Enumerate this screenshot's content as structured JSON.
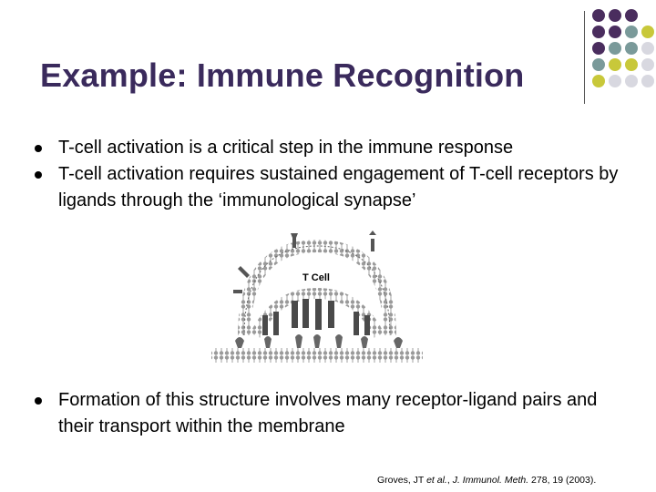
{
  "slide": {
    "title": "Example: Immune Recognition"
  },
  "bullets": [
    {
      "text": "T-cell activation is a critical step in the immune response"
    },
    {
      "text": "T-cell activation requires sustained engagement of T-cell receptors by ligands through the ‘immunological synapse’"
    },
    {
      "text": "Formation of this structure involves many receptor-ligand pairs and their transport within the membrane"
    }
  ],
  "figure": {
    "label": "T Cell"
  },
  "citation": {
    "authors": "Groves, JT ",
    "etal": "et al.",
    "sep": ", ",
    "journal": "J. Immunol. Meth.",
    "details": " 278, 19 (2003)."
  },
  "decoration": {
    "dot_colors": [
      "#4a2d5e",
      "#7a9a9a",
      "#c8c83a",
      "#d8d8e0"
    ]
  }
}
